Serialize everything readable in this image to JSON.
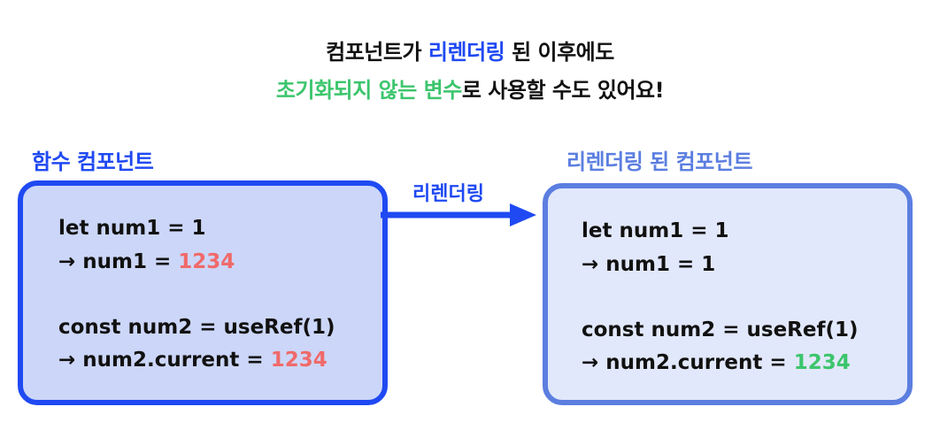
{
  "title": {
    "line1_a": "컴포넌트가 ",
    "line1_highlight": "리렌더링",
    "line1_b": " 된 이후에도",
    "line2_highlight": "초기화되지 않는 변수",
    "line2_b": "로 사용할 수도 있어요!"
  },
  "left_panel": {
    "label": "함수 컴포넌트",
    "line1": "let num1 = 1",
    "line2_prefix": "→ num1 = ",
    "line2_value": "1234",
    "line3": "const num2 = useRef(1)",
    "line4_prefix": "→ num2.current = ",
    "line4_value": "1234"
  },
  "arrow": {
    "label": "리렌더링"
  },
  "right_panel": {
    "label": "리렌더링 된 컴포넌트",
    "line1": "let num1 = 1",
    "line2_prefix": "→ num1 = ",
    "line2_value": "1",
    "line3": "const num2 = useRef(1)",
    "line4_prefix": "→ num2.current = ",
    "line4_value": "1234"
  },
  "colors": {
    "primary_blue": "#1f49f2",
    "secondary_blue": "#5b7ee0",
    "left_panel_fill": "#ccd6f8",
    "right_panel_fill": "#e2e8fb",
    "reset_value_red": "#f06a6a",
    "kept_value_green": "#3cc56d"
  }
}
